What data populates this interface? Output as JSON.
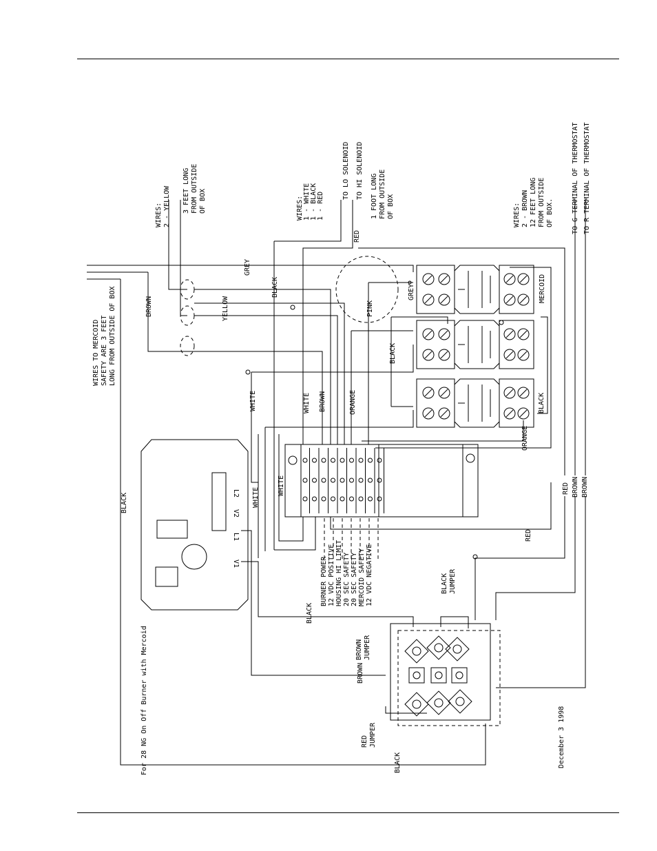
{
  "notes": {
    "wires_mercoid": [
      "WIRES TO MERCOID",
      "SAFETY ARE 3 FEET",
      "LONG FROM OUTSIDE OF BOX"
    ],
    "wires_yellow": [
      "WIRES:",
      "2 - YELLOW"
    ],
    "yellow_length": [
      "3 FEET LONG",
      "FROM OUTSIDE",
      "OF BOX"
    ],
    "wires_solenoid": [
      "WIRES:",
      "1 - WHITE",
      "1 - BLACK",
      "1 - RED"
    ],
    "to_lo_solenoid": "TO LO SOLENOID",
    "to_hi_solenoid": "TO HI SOLENOID",
    "solenoid_length": [
      "1 FOOT LONG",
      "FROM OUTSIDE",
      "OF BOX"
    ],
    "wires_brown": [
      "WIRES:",
      "2 - BROWN",
      "12 FEET LONG",
      "FROM OUTSIDE",
      "OF BOX."
    ],
    "to_g_terminal": "TO G TERMINAL OF THERMOSTAT",
    "to_r_terminal": "TO R TERMINAL OF THERMOSTAT",
    "title": "For 28 NG On Off Burner with Mercoid",
    "date": "December 3 1998"
  },
  "wire_labels": {
    "grey_top": "GREY",
    "black_top": "BLACK",
    "brown_left": "BROWN",
    "yellow": "YELLOW",
    "pink": "PINK",
    "grey_relay": "GREY",
    "black_relay": "BLACK",
    "red_solenoid": "RED",
    "white_left": "WHITE",
    "white_mid": "WHITE",
    "brown_mid": "BROWN",
    "orange_mid": "ORANGE",
    "black_relay3": "BLACK",
    "orange_bottom": "ORANGE",
    "mercoid": "MERCOID",
    "black_long": "BLACK",
    "white_strip": "WHITE",
    "white_l2": "WHITE",
    "red_strip": "RED",
    "red_right": "RED",
    "brown_right1": "BROWN",
    "brown_right2": "BROWN",
    "black_bottom": "BLACK",
    "brown_bottom": "BROWN",
    "black_jumper": [
      "BLACK",
      "JUMPER"
    ],
    "brown_jumper": [
      "BROWN",
      "JUMPER"
    ],
    "red_jumper": [
      "RED",
      "JUMPER"
    ],
    "black_end": "BLACK"
  },
  "terminals": {
    "l2": "L2",
    "v2": "V2",
    "l1": "L1",
    "v1": "V1"
  },
  "strip_legend": [
    "BURNER POWER",
    "12 VDC POSITIVE",
    "HOUSING HI LIMIT",
    "20 SEC SAFETY",
    "20 SEC SAFETY",
    "MERCOID SAFETY",
    "12 VDC NEGATIVE"
  ]
}
